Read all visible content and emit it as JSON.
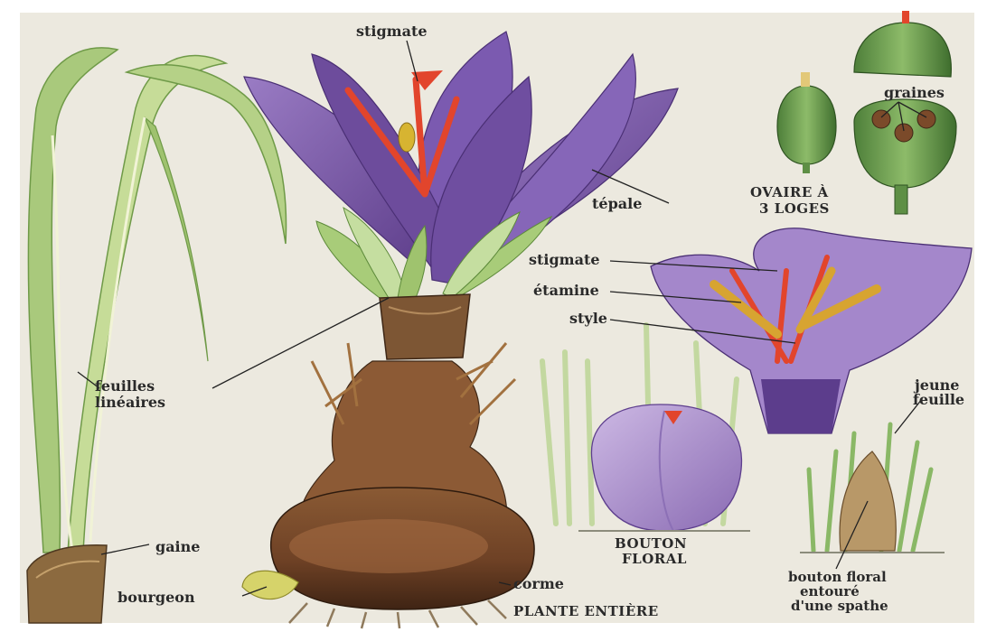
{
  "labels": {
    "stigmate_top": "stigmate",
    "tepale": "tépale",
    "feuilles_1": "feuilles",
    "feuilles_2": "linéaires",
    "gaine": "gaine",
    "bourgeon": "bourgeon",
    "corme": "corme",
    "plante_entiere": "PLANTE ENTIÈRE",
    "graines": "graines",
    "ovaire_1": "OVAIRE À",
    "ovaire_2": "3 LOGES",
    "stigmate_detail": "stigmate",
    "etamine": "étamine",
    "style": "style",
    "jeune_1": "jeune",
    "jeune_2": "feuille",
    "bouton_1": "BOUTON",
    "bouton_2": "FLORAL",
    "spathe_1": "bouton floral",
    "spathe_2": "entouré",
    "spathe_3": "d'une spathe"
  },
  "colors": {
    "background": "#ece9df",
    "tepal": "#7b5aa6",
    "tepal_dark": "#5a3d86",
    "stigma": "#e2452c",
    "stamen": "#d7a431",
    "leaf": "#8cb563",
    "leaf_light": "#dbe8b6",
    "corm": "#7a4b2e",
    "corm_dark": "#4b2c1a",
    "capsule": "#5f9249"
  }
}
